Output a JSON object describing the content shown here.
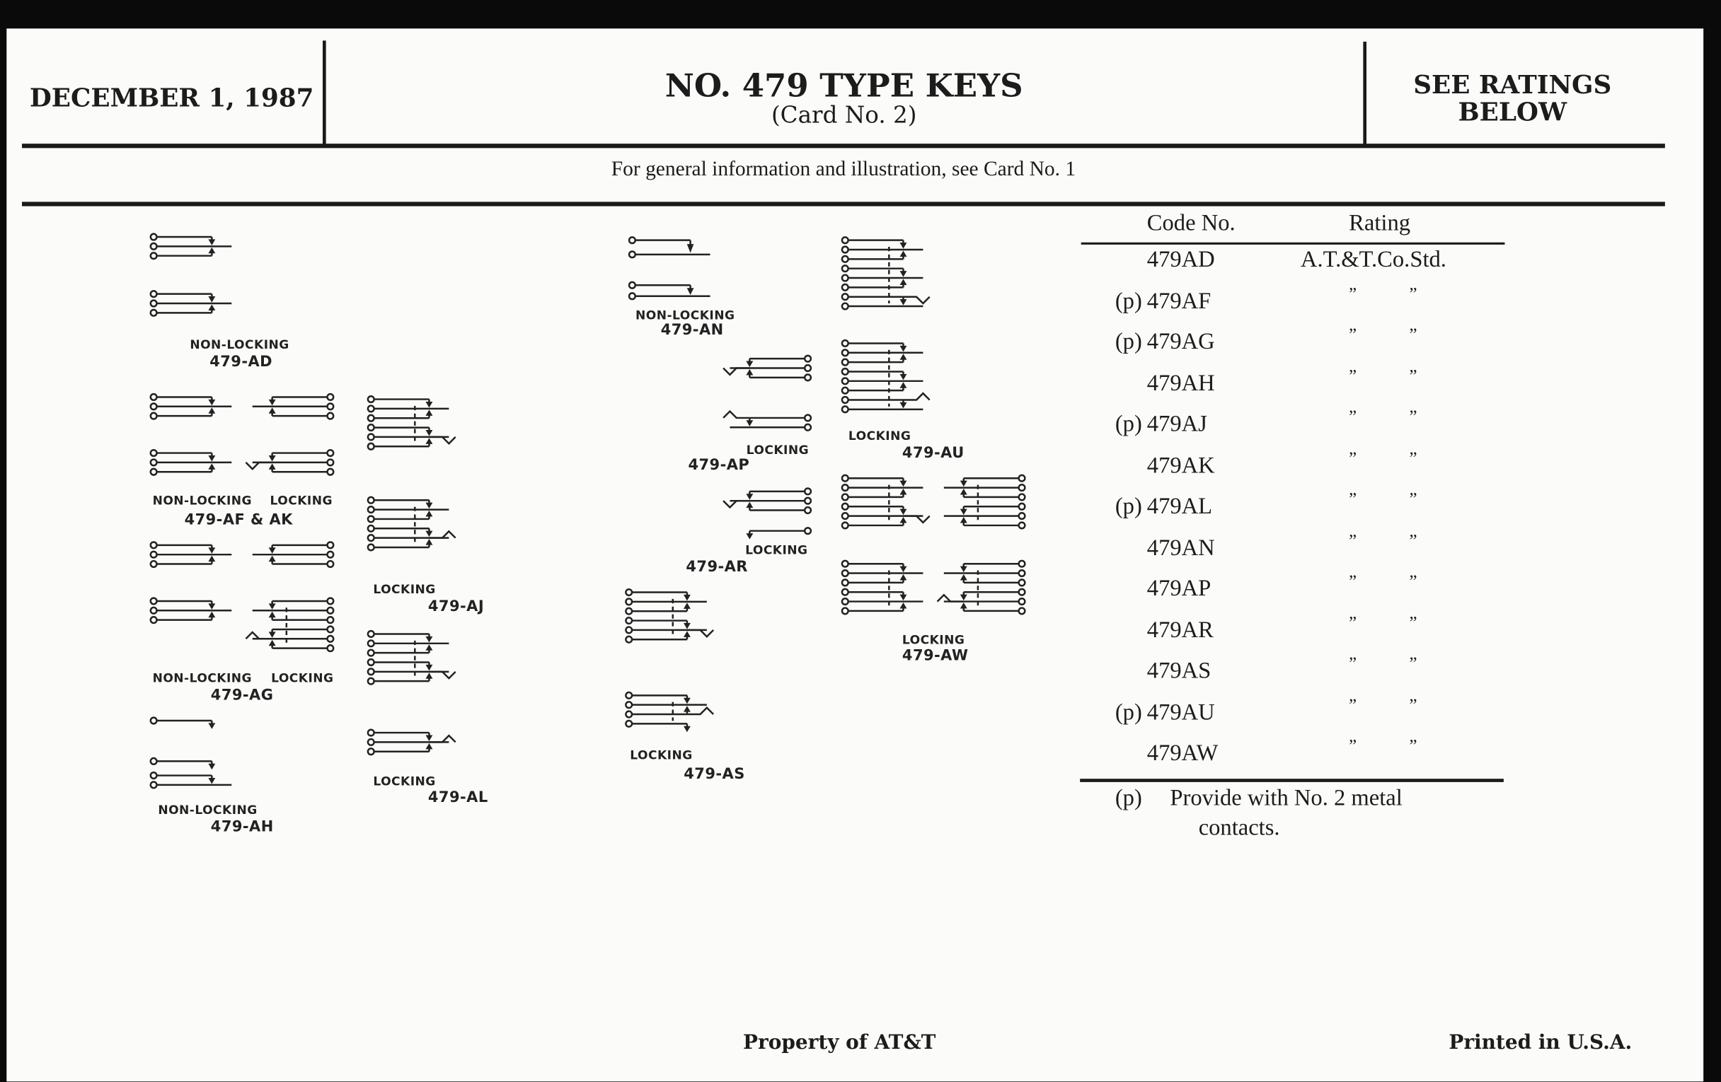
{
  "header": {
    "date": "DECEMBER 1, 1987",
    "title": "NO. 479 TYPE KEYS",
    "subtitle": "(Card No. 2)",
    "ratings_line1": "SEE RATINGS",
    "ratings_line2": "BELOW"
  },
  "info_line": "For general information and illustration, see Card No. 1",
  "table": {
    "columns": [
      "Code No.",
      "Rating"
    ],
    "rows": [
      {
        "prefix": "",
        "code": "479AD",
        "rating": "A.T.&T.Co.Std."
      },
      {
        "prefix": "(p)",
        "code": "479AF",
        "rating_ditto": [
          "”",
          "”"
        ]
      },
      {
        "prefix": "(p)",
        "code": "479AG",
        "rating_ditto": [
          "”",
          "”"
        ]
      },
      {
        "prefix": "",
        "code": "479AH",
        "rating_ditto": [
          "”",
          "”"
        ]
      },
      {
        "prefix": "(p)",
        "code": "479AJ",
        "rating_ditto": [
          "”",
          "”"
        ]
      },
      {
        "prefix": "",
        "code": "479AK",
        "rating_ditto": [
          "”",
          "”"
        ]
      },
      {
        "prefix": "(p)",
        "code": "479AL",
        "rating_ditto": [
          "”",
          "”"
        ]
      },
      {
        "prefix": "",
        "code": "479AN",
        "rating_ditto": [
          "”",
          "”"
        ]
      },
      {
        "prefix": "",
        "code": "479AP",
        "rating_ditto": [
          "”",
          "”"
        ]
      },
      {
        "prefix": "",
        "code": "479AR",
        "rating_ditto": [
          "”",
          "”"
        ]
      },
      {
        "prefix": "",
        "code": "479AS",
        "rating_ditto": [
          "”",
          "”"
        ]
      },
      {
        "prefix": "(p)",
        "code": "479AU",
        "rating_ditto": [
          "”",
          "”"
        ]
      },
      {
        "prefix": "",
        "code": "479AW",
        "rating_ditto": [
          "”",
          "”"
        ]
      }
    ],
    "note_marker": "(p)",
    "note_line1": "Provide with No. 2 metal",
    "note_line2": "contacts."
  },
  "diagrams": {
    "ad": {
      "type": "NON-LOCKING",
      "code": "479-AD"
    },
    "af_ak": {
      "type_left": "NON-LOCKING",
      "type_right": "LOCKING",
      "code": "479-AF & AK"
    },
    "ag": {
      "type_left": "NON-LOCKING",
      "type_right": "LOCKING",
      "code": "479-AG"
    },
    "ah": {
      "type": "NON-LOCKING",
      "code": "479-AH"
    },
    "aj": {
      "type": "LOCKING",
      "code": "479-AJ"
    },
    "al": {
      "type": "LOCKING",
      "code": "479-AL"
    },
    "an": {
      "type": "NON-LOCKING",
      "code": "479-AN"
    },
    "ap": {
      "type": "LOCKING",
      "code": "479-AP"
    },
    "ar": {
      "type": "LOCKING",
      "code": "479-AR"
    },
    "as": {
      "type": "LOCKING",
      "code": "479-AS"
    },
    "au": {
      "type": "LOCKING",
      "code": "479-AU"
    },
    "aw": {
      "type": "LOCKING",
      "code": "479-AW"
    }
  },
  "footer": {
    "property": "Property of AT&T",
    "printed": "Printed in U.S.A."
  }
}
